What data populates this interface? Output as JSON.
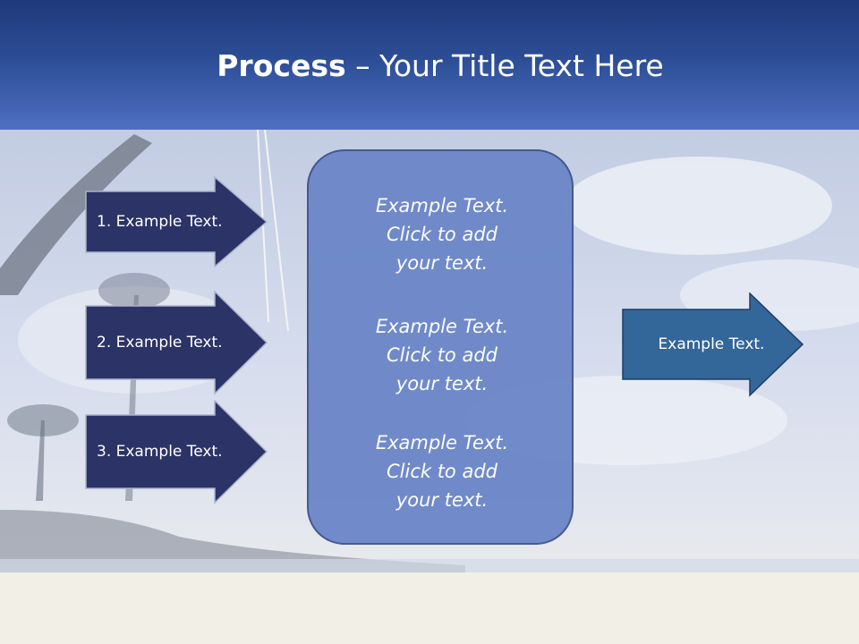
{
  "title": {
    "bold": "Process",
    "rest": " – Your Title Text Here"
  },
  "left_arrows": [
    {
      "label": "1. Example Text."
    },
    {
      "label": "2. Example Text."
    },
    {
      "label": "3. Example Text."
    }
  ],
  "center": {
    "paragraphs": [
      [
        "Example Text.",
        "Click  to add",
        "your text."
      ],
      [
        "Example Text.",
        "Click  to add",
        "your text."
      ],
      [
        "Example Text.",
        "Click  to add",
        "your text."
      ]
    ]
  },
  "right_arrow": {
    "label": "Example Text."
  },
  "colors": {
    "header": "#2c4d96",
    "left_arrow_fill": "#2c3366",
    "center_box_fill": "#6b86c8",
    "right_arrow_fill": "#336699"
  }
}
